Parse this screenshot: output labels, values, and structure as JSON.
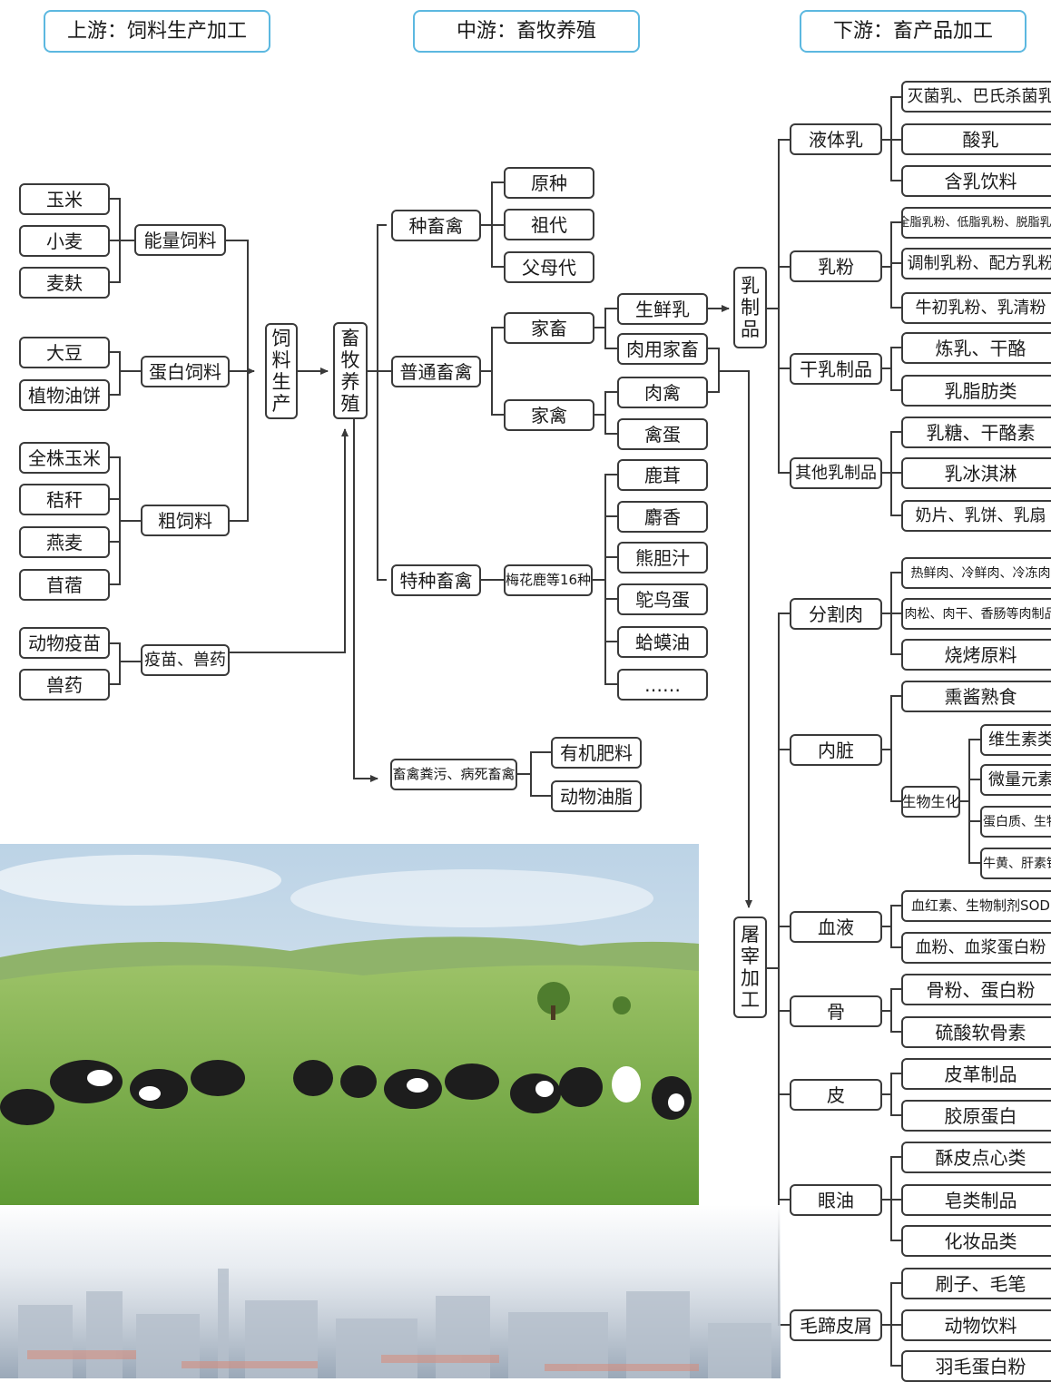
{
  "headers": {
    "upstream": "上游：饲料生产加工",
    "midstream": "中游：畜牧养殖",
    "downstream": "下游：畜产品加工"
  },
  "upstream": {
    "energy_feed": {
      "label": "能量饲料",
      "items": [
        "玉米",
        "小麦",
        "麦麸"
      ]
    },
    "protein_feed": {
      "label": "蛋白饲料",
      "items": [
        "大豆",
        "植物油饼"
      ]
    },
    "roughage": {
      "label": "粗饲料",
      "items": [
        "全株玉米",
        "秸秆",
        "燕麦",
        "苜蓿"
      ]
    },
    "vet": {
      "label": "疫苗、兽药",
      "items": [
        "动物疫苗",
        "兽药"
      ]
    },
    "feed_production": "饲料生产"
  },
  "midstream": {
    "livestock_farming": "畜牧养殖",
    "breeding_stock": {
      "label": "种畜禽",
      "items": [
        "原种",
        "祖代",
        "父母代"
      ]
    },
    "common_stock": {
      "label": "普通畜禽"
    },
    "livestock": {
      "label": "家畜",
      "items": [
        "生鲜乳",
        "肉用家畜"
      ]
    },
    "poultry": {
      "label": "家禽",
      "items": [
        "肉禽",
        "禽蛋"
      ]
    },
    "special_stock": {
      "label": "特种畜禽",
      "sub": "梅花鹿等16种",
      "items": [
        "鹿茸",
        "麝香",
        "熊胆汁",
        "鸵鸟蛋",
        "蛤蟆油",
        "……"
      ]
    },
    "waste": {
      "label": "畜禽粪污、病死畜禽",
      "items": [
        "有机肥料",
        "动物油脂"
      ]
    }
  },
  "downstream": {
    "dairy_products": "乳制品",
    "slaughter_processing": "屠宰加工",
    "liquid_milk": {
      "label": "液体乳",
      "items": [
        "灭菌乳、巴氏杀菌乳",
        "酸乳",
        "含乳饮料"
      ]
    },
    "milk_powder": {
      "label": "乳粉",
      "items": [
        "全脂乳粉、低脂乳粉、脱脂乳粉",
        "调制乳粉、配方乳粉",
        "牛初乳粉、乳清粉"
      ]
    },
    "dry_dairy": {
      "label": "干乳制品",
      "items": [
        "炼乳、干酪",
        "乳脂肪类"
      ]
    },
    "other_dairy": {
      "label": "其他乳制品",
      "items": [
        "乳糖、干酪素",
        "乳冰淇淋",
        "奶片、乳饼、乳扇"
      ]
    },
    "cut_meat": {
      "label": "分割肉",
      "items": [
        "热鲜肉、冷鲜肉、冷冻肉",
        "肉松、肉干、香肠等肉制品",
        "烧烤原料"
      ]
    },
    "offal": {
      "label": "内脏",
      "items": [
        "熏酱熟食"
      ],
      "biochem": {
        "label": "生物生化",
        "items": [
          "维生素类",
          "微量元素",
          "蛋白质、生物",
          "牛黄、肝素钠"
        ]
      }
    },
    "blood": {
      "label": "血液",
      "items": [
        "血红素、生物制剂SOD",
        "血粉、血浆蛋白粉"
      ]
    },
    "bone": {
      "label": "骨",
      "items": [
        "骨粉、蛋白粉",
        "硫酸软骨素"
      ]
    },
    "hide": {
      "label": "皮",
      "items": [
        "皮革制品",
        "胶原蛋白"
      ]
    },
    "tallow": {
      "label": "眼油",
      "items": [
        "酥皮点心类",
        "皂类制品",
        "化妆品类"
      ]
    },
    "hair_hoof": {
      "label": "毛蹄皮屑",
      "items": [
        "刷子、毛笔",
        "动物饮料",
        "羽毛蛋白粉"
      ]
    }
  },
  "colors": {
    "line": "#3a3a3a",
    "header_border": "#5cb8e0",
    "sky": "#cfe0ee",
    "grass": "#7fb24a"
  }
}
